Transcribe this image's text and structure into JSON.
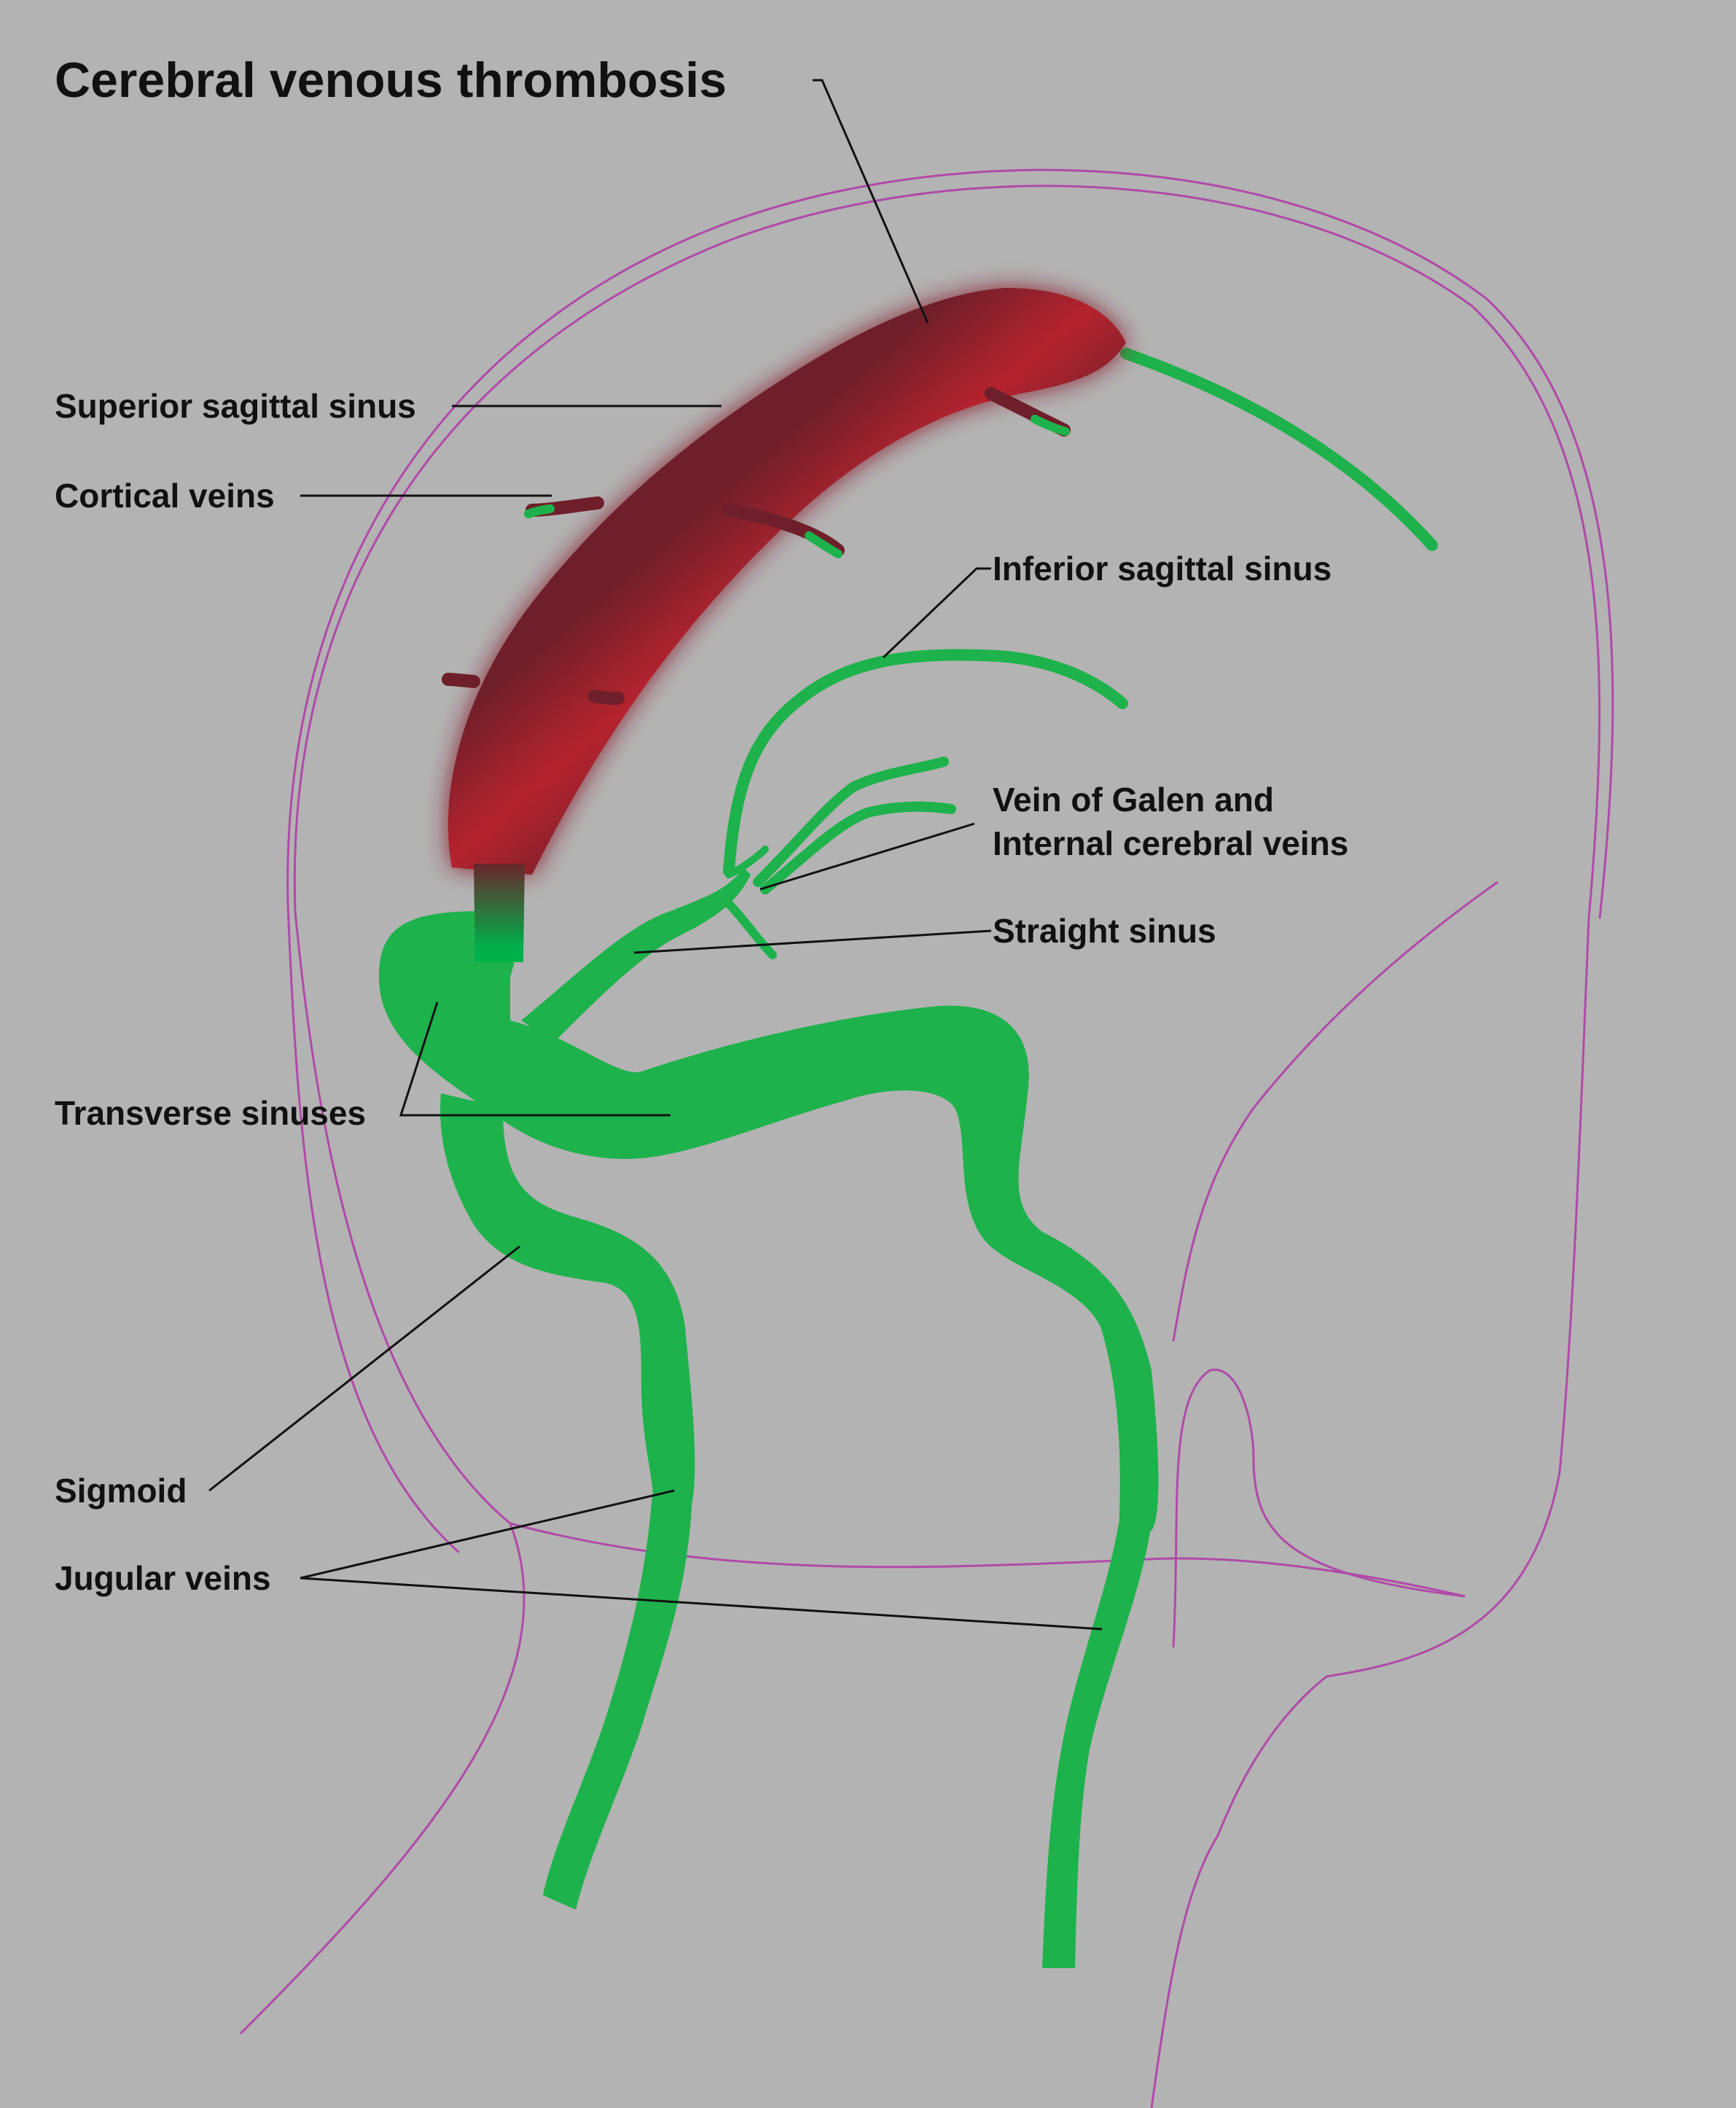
{
  "title": "Cerebral venous thrombosis",
  "labels": {
    "superior_sagittal_sinus": "Superior sagittal sinus",
    "cortical_veins": "Cortical veins",
    "inferior_sagittal_sinus": "Inferior sagittal sinus",
    "vein_of_galen_line1": "Vein of Galen and",
    "vein_of_galen_line2": "Internal cerebral veins",
    "straight_sinus": "Straight sinus",
    "transverse_sinuses": "Transverse sinuses",
    "sigmoid": "Sigmoid",
    "jugular_veins": "Jugular veins"
  },
  "colors": {
    "background": "#b3b3b3",
    "vein_green": "#1db24b",
    "thrombus_red": "#b5232e",
    "thrombus_dark": "#6e1f2a",
    "outline_magenta": "#b04aa8",
    "leader_line": "#111111"
  }
}
